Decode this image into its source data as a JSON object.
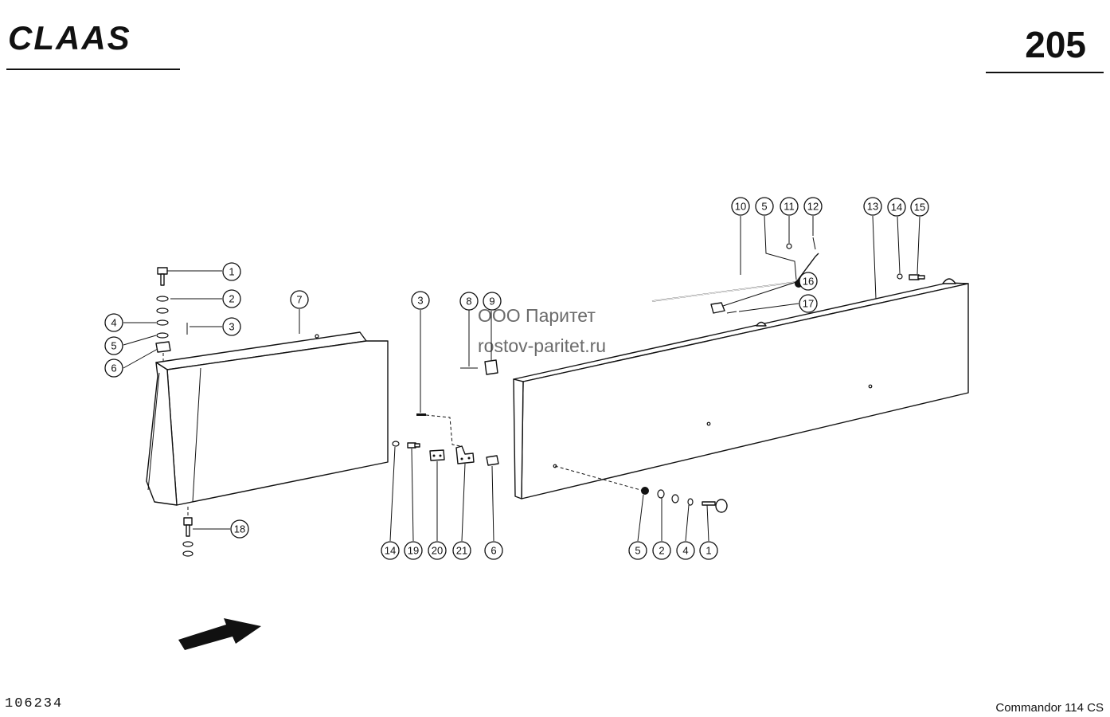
{
  "header": {
    "brand": "CLAAS",
    "page_number": "205"
  },
  "footer": {
    "figure_number": "106234",
    "model": "Commandor 114 CS"
  },
  "watermark": {
    "line1": "ООО Паритет",
    "line2": "rostov-paritet.ru"
  },
  "callouts": {
    "left_1": "1",
    "left_2": "2",
    "left_3": "3",
    "left_4": "4",
    "left_5": "5",
    "left_6": "6",
    "left_7": "7",
    "left_18": "18",
    "mid_3": "3",
    "mid_8": "8",
    "mid_9": "9",
    "mid_14": "14",
    "mid_19": "19",
    "mid_20": "20",
    "mid_21": "21",
    "mid_6": "6",
    "right_10": "10",
    "right_5_top": "5",
    "right_11": "11",
    "right_12": "12",
    "right_13": "13",
    "right_14": "14",
    "right_15": "15",
    "right_16": "16",
    "right_17": "17",
    "right_5_bot": "5",
    "right_2": "2",
    "right_4": "4",
    "right_1": "1"
  }
}
